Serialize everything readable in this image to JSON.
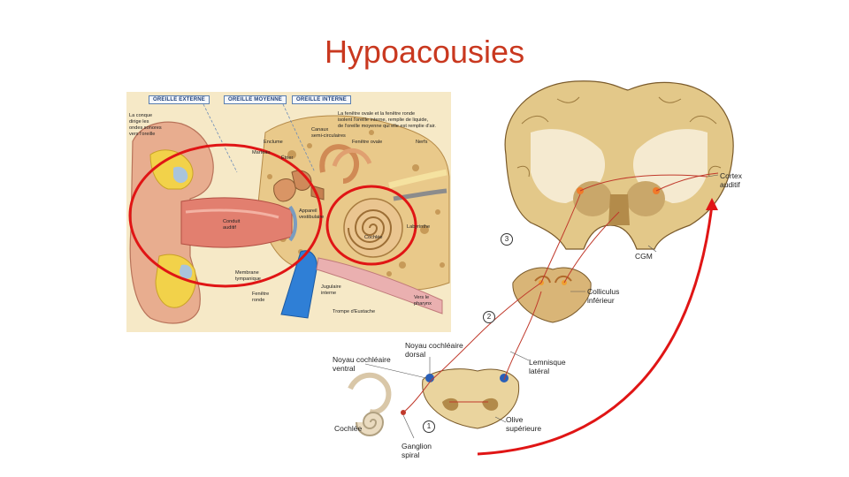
{
  "title": "Hypoacousies",
  "ear": {
    "headers": [
      "OREILLE EXTERNE",
      "OREILLE MOYENNE",
      "OREILLE INTERNE"
    ],
    "labels": {
      "conque": "La conque\ndirige les\nondes sonores\nvers l'oreille",
      "fenetres": "La fenêtre ovale et la fenêtre ronde\nisolent l'oreille interne, remplie de liquide,\nde l'oreille moyenne qui elle est remplie d'air.",
      "canaux": "Canaux\nsemi-circulaires",
      "enclume": "Enclume",
      "marteau": "Marteau",
      "etrier": "Étrier",
      "fenetre_ovale": "Fenêtre ovale",
      "nerfs": "Nerfs",
      "conduit": "Conduit\nauditif",
      "appareil": "Appareil\nvestibulaire",
      "cochlee": "Cochlée",
      "labyrinthe": "Labyrinthe",
      "membrane": "Membrane\ntympanique",
      "jugulaire": "Jugulaire\ninterne",
      "fenetre_ronde": "Fenêtre\nronde",
      "trompe": "Trompe d'Eustache",
      "pharynx": "Vers le\npharynx"
    }
  },
  "pathway": {
    "labels": {
      "cortex": "Cortex\nauditif",
      "cgm": "CGM",
      "colliculus": "Colliculus\ninférieur",
      "lemnisque": "Lemnisque\nlatéral",
      "noyau_dorsal": "Noyau cochléaire\ndorsal",
      "noyau_ventral": "Noyau cochléaire\nventral",
      "olive": "Olive\nsupérieure",
      "cochlee": "Cochlée",
      "ganglion": "Ganglion\nspiral"
    },
    "steps": [
      "1",
      "2",
      "3"
    ]
  },
  "colors": {
    "title": "#c9381f",
    "highlight_circles": "#e01515",
    "pathway_line": "#c0392b",
    "curved_arrow": "#e01515"
  }
}
